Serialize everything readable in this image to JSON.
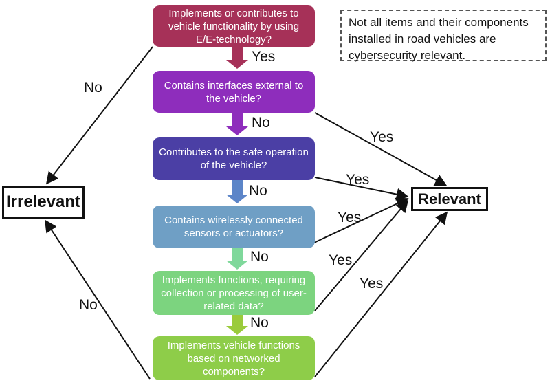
{
  "note": {
    "text": "Not all items and their components installed in road vehicles are cybersecurity relevant."
  },
  "outcomes": {
    "irrelevant": {
      "label": "Irrelevant"
    },
    "relevant": {
      "label": "Relevant"
    }
  },
  "questions": [
    {
      "text": "Implements or contributes to vehicle functionality by using E/E-technology?",
      "color": "#a63158"
    },
    {
      "text": "Contains interfaces external to the vehicle?",
      "color": "#8e2dbc"
    },
    {
      "text": "Contributes to the safe operation of the vehicle?",
      "color": "#4b3fa5"
    },
    {
      "text": "Contains wirelessly connected sensors or actuators?",
      "color": "#6f9fc5"
    },
    {
      "text": "Implements functions, requiring collection or processing of user-related data?",
      "color": "#7cd47f"
    },
    {
      "text": "Implements vehicle functions based on networked components?",
      "color": "#8ecd49"
    }
  ],
  "down_connectors": [
    {
      "label": "Yes",
      "color": "#a63158"
    },
    {
      "label": "No",
      "color": "#8e2dbc"
    },
    {
      "label": "No",
      "color": "#5c85c8"
    },
    {
      "label": "No",
      "color": "#7fd89b"
    },
    {
      "label": "No",
      "color": "#9acb3b"
    }
  ],
  "irrelevant_edges": [
    {
      "label": "No"
    },
    {
      "label": "No"
    }
  ],
  "relevant_edges": [
    {
      "label": "Yes"
    },
    {
      "label": "Yes"
    },
    {
      "label": "Yes"
    },
    {
      "label": "Yes"
    },
    {
      "label": "Yes"
    }
  ],
  "line_color": "#111111"
}
